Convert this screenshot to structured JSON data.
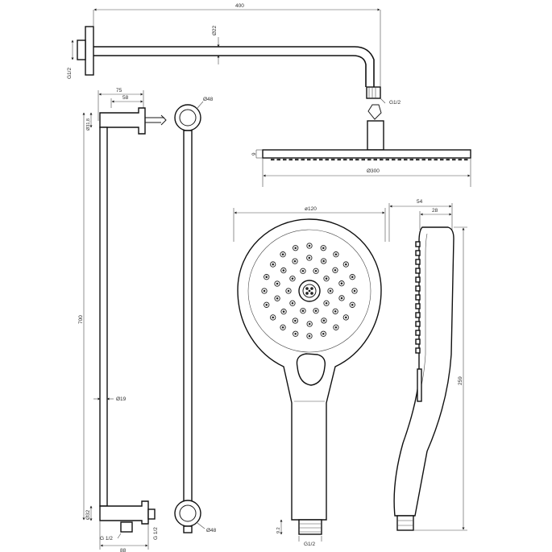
{
  "dimensions": {
    "arm_length": "400",
    "arm_diameter": "Ø22",
    "wall_thread": "G1/2",
    "head_thread": "G1/2",
    "head_thickness": "9",
    "head_diameter": "Ø300",
    "bracket_depth_75": "75",
    "bracket_depth_58": "58",
    "bracket_diameter": "Ø31,8",
    "rail_length": "700",
    "rail_diameter": "Ø19",
    "lower_bracket_diameter": "Ø32",
    "outlet_thread_left": "G 1/2",
    "outlet_thread_right": "G 1/2",
    "outlet_spacing": "88",
    "holder_diameter_top": "Ø48",
    "holder_diameter_bottom": "Ø48",
    "handshower_face_diameter": "ø120",
    "handshower_depth": "54",
    "handshower_face_depth": "28",
    "handshower_length": "259",
    "handshower_thread": "G1/2",
    "handshower_thread_length": "9.2"
  }
}
